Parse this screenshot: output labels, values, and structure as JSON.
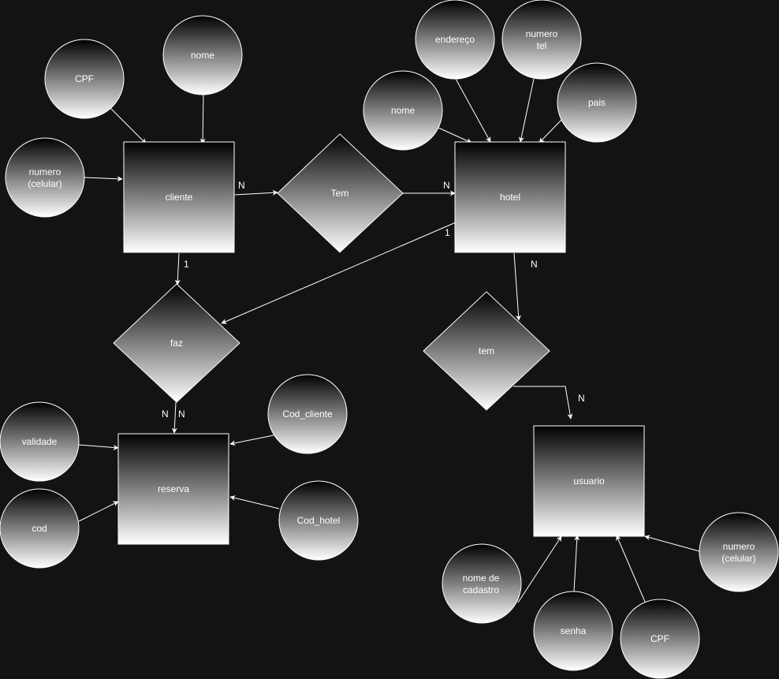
{
  "colors": {
    "background": "#131313",
    "stroke": "#ffffff",
    "text": "#ffffff",
    "gradient_top": "#000000",
    "gradient_bottom": "#ffffff"
  },
  "entities": {
    "cliente": "cliente",
    "hotel": "hotel",
    "reserva": "reserva",
    "usuario": "usuario"
  },
  "relationships": {
    "tem_cliente_hotel": "Tem",
    "faz": "faz",
    "tem_hotel_usuario": "tem"
  },
  "attributes": {
    "cliente_cpf": "CPF",
    "cliente_nome": "nome",
    "cliente_numero": [
      "numero",
      "(celular)"
    ],
    "hotel_nome": "nome",
    "hotel_endereco": "endereço",
    "hotel_numero_tel": [
      "numero",
      "tel"
    ],
    "hotel_pais": "pais",
    "reserva_validade": "validade",
    "reserva_cod": "cod",
    "reserva_cod_cliente": "Cod_cliente",
    "reserva_cod_hotel": "Cod_hotel",
    "usuario_nome_cadastro": [
      "nome de",
      "cadastro"
    ],
    "usuario_senha": "senha",
    "usuario_cpf": "CPF",
    "usuario_numero": [
      "numero",
      "(celular)"
    ]
  },
  "cardinalities": {
    "cliente_tem": "N",
    "tem_hotel": "N",
    "cliente_faz": "1",
    "hotel_faz": "1",
    "faz_reserva_left": "N",
    "faz_reserva_right": "N",
    "hotel_tem": "N",
    "tem_usuario": "N"
  }
}
